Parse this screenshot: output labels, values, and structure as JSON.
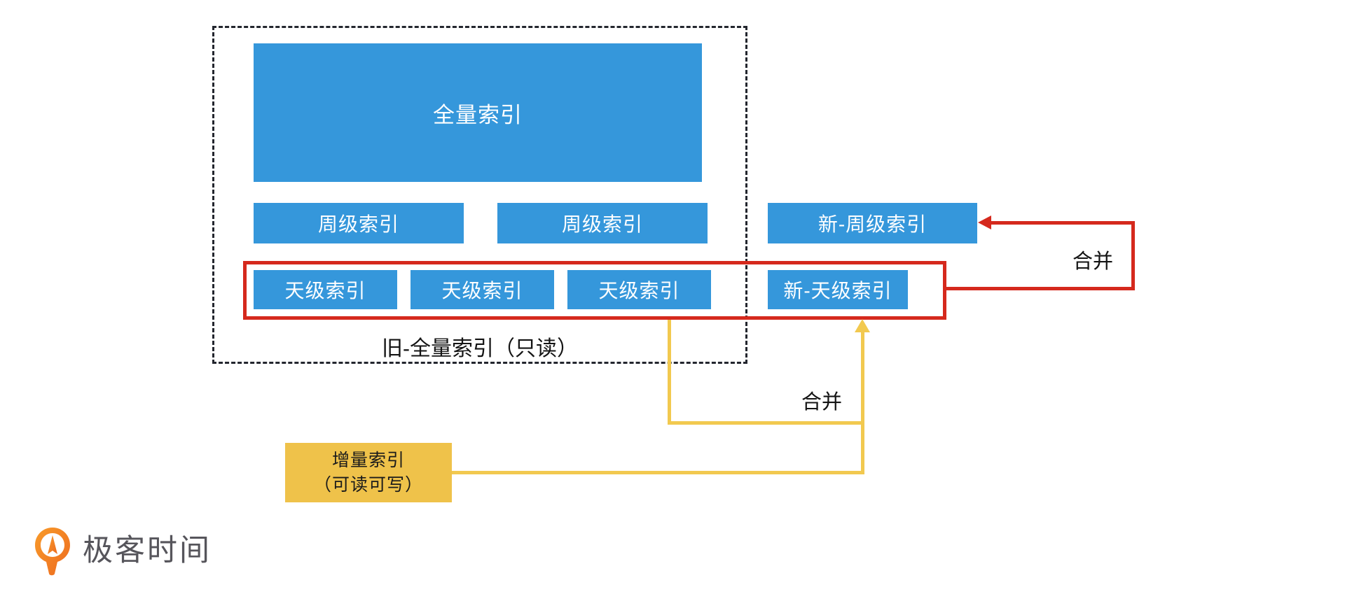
{
  "diagram": {
    "old_full_index_group": {
      "caption": "旧-全量索引（只读）",
      "full_index": {
        "label": "全量索引"
      },
      "week_indexes": [
        {
          "label": "周级索引"
        },
        {
          "label": "周级索引"
        }
      ],
      "day_indexes": [
        {
          "label": "天级索引"
        },
        {
          "label": "天级索引"
        },
        {
          "label": "天级索引"
        }
      ]
    },
    "new_week_index": {
      "label": "新-周级索引"
    },
    "new_day_index": {
      "label": "新-天级索引"
    },
    "incremental_index": {
      "line1": "增量索引",
      "line2": "（可读可写）"
    },
    "merge_label_red": "合并",
    "merge_label_yellow": "合并"
  },
  "footer": {
    "brand": "极客时间"
  },
  "colors": {
    "box_blue": "#3597DB",
    "accent_red": "#D5291D",
    "accent_yellow": "#F2C94F",
    "incremental_yellow": "#EFC24A",
    "dashed_border": "#23262E",
    "brand_orange": "#F07B1F",
    "brand_text_gray": "#56555B"
  }
}
